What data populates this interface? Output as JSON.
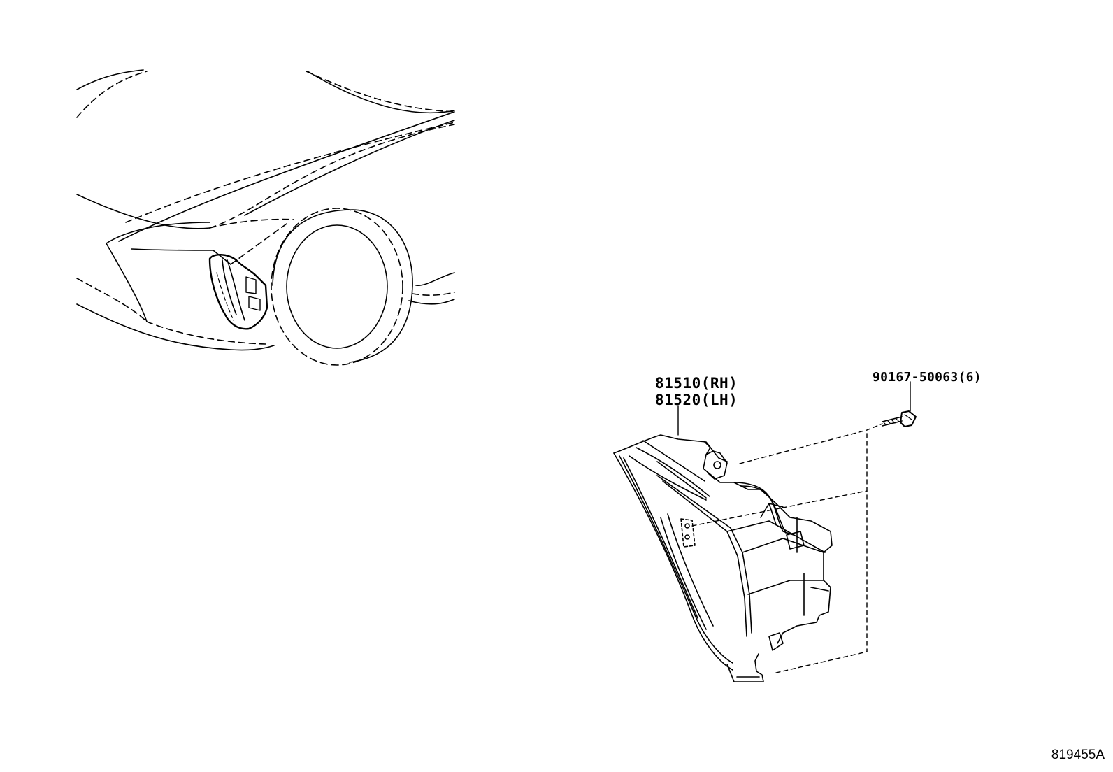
{
  "callouts": {
    "part_rh": "81510(RH)",
    "part_lh": "81520(LH)",
    "bolt": "90167-50063(6)"
  },
  "drawing_id": "819455A",
  "colors": {
    "line": "#000000",
    "background": "#ffffff"
  }
}
